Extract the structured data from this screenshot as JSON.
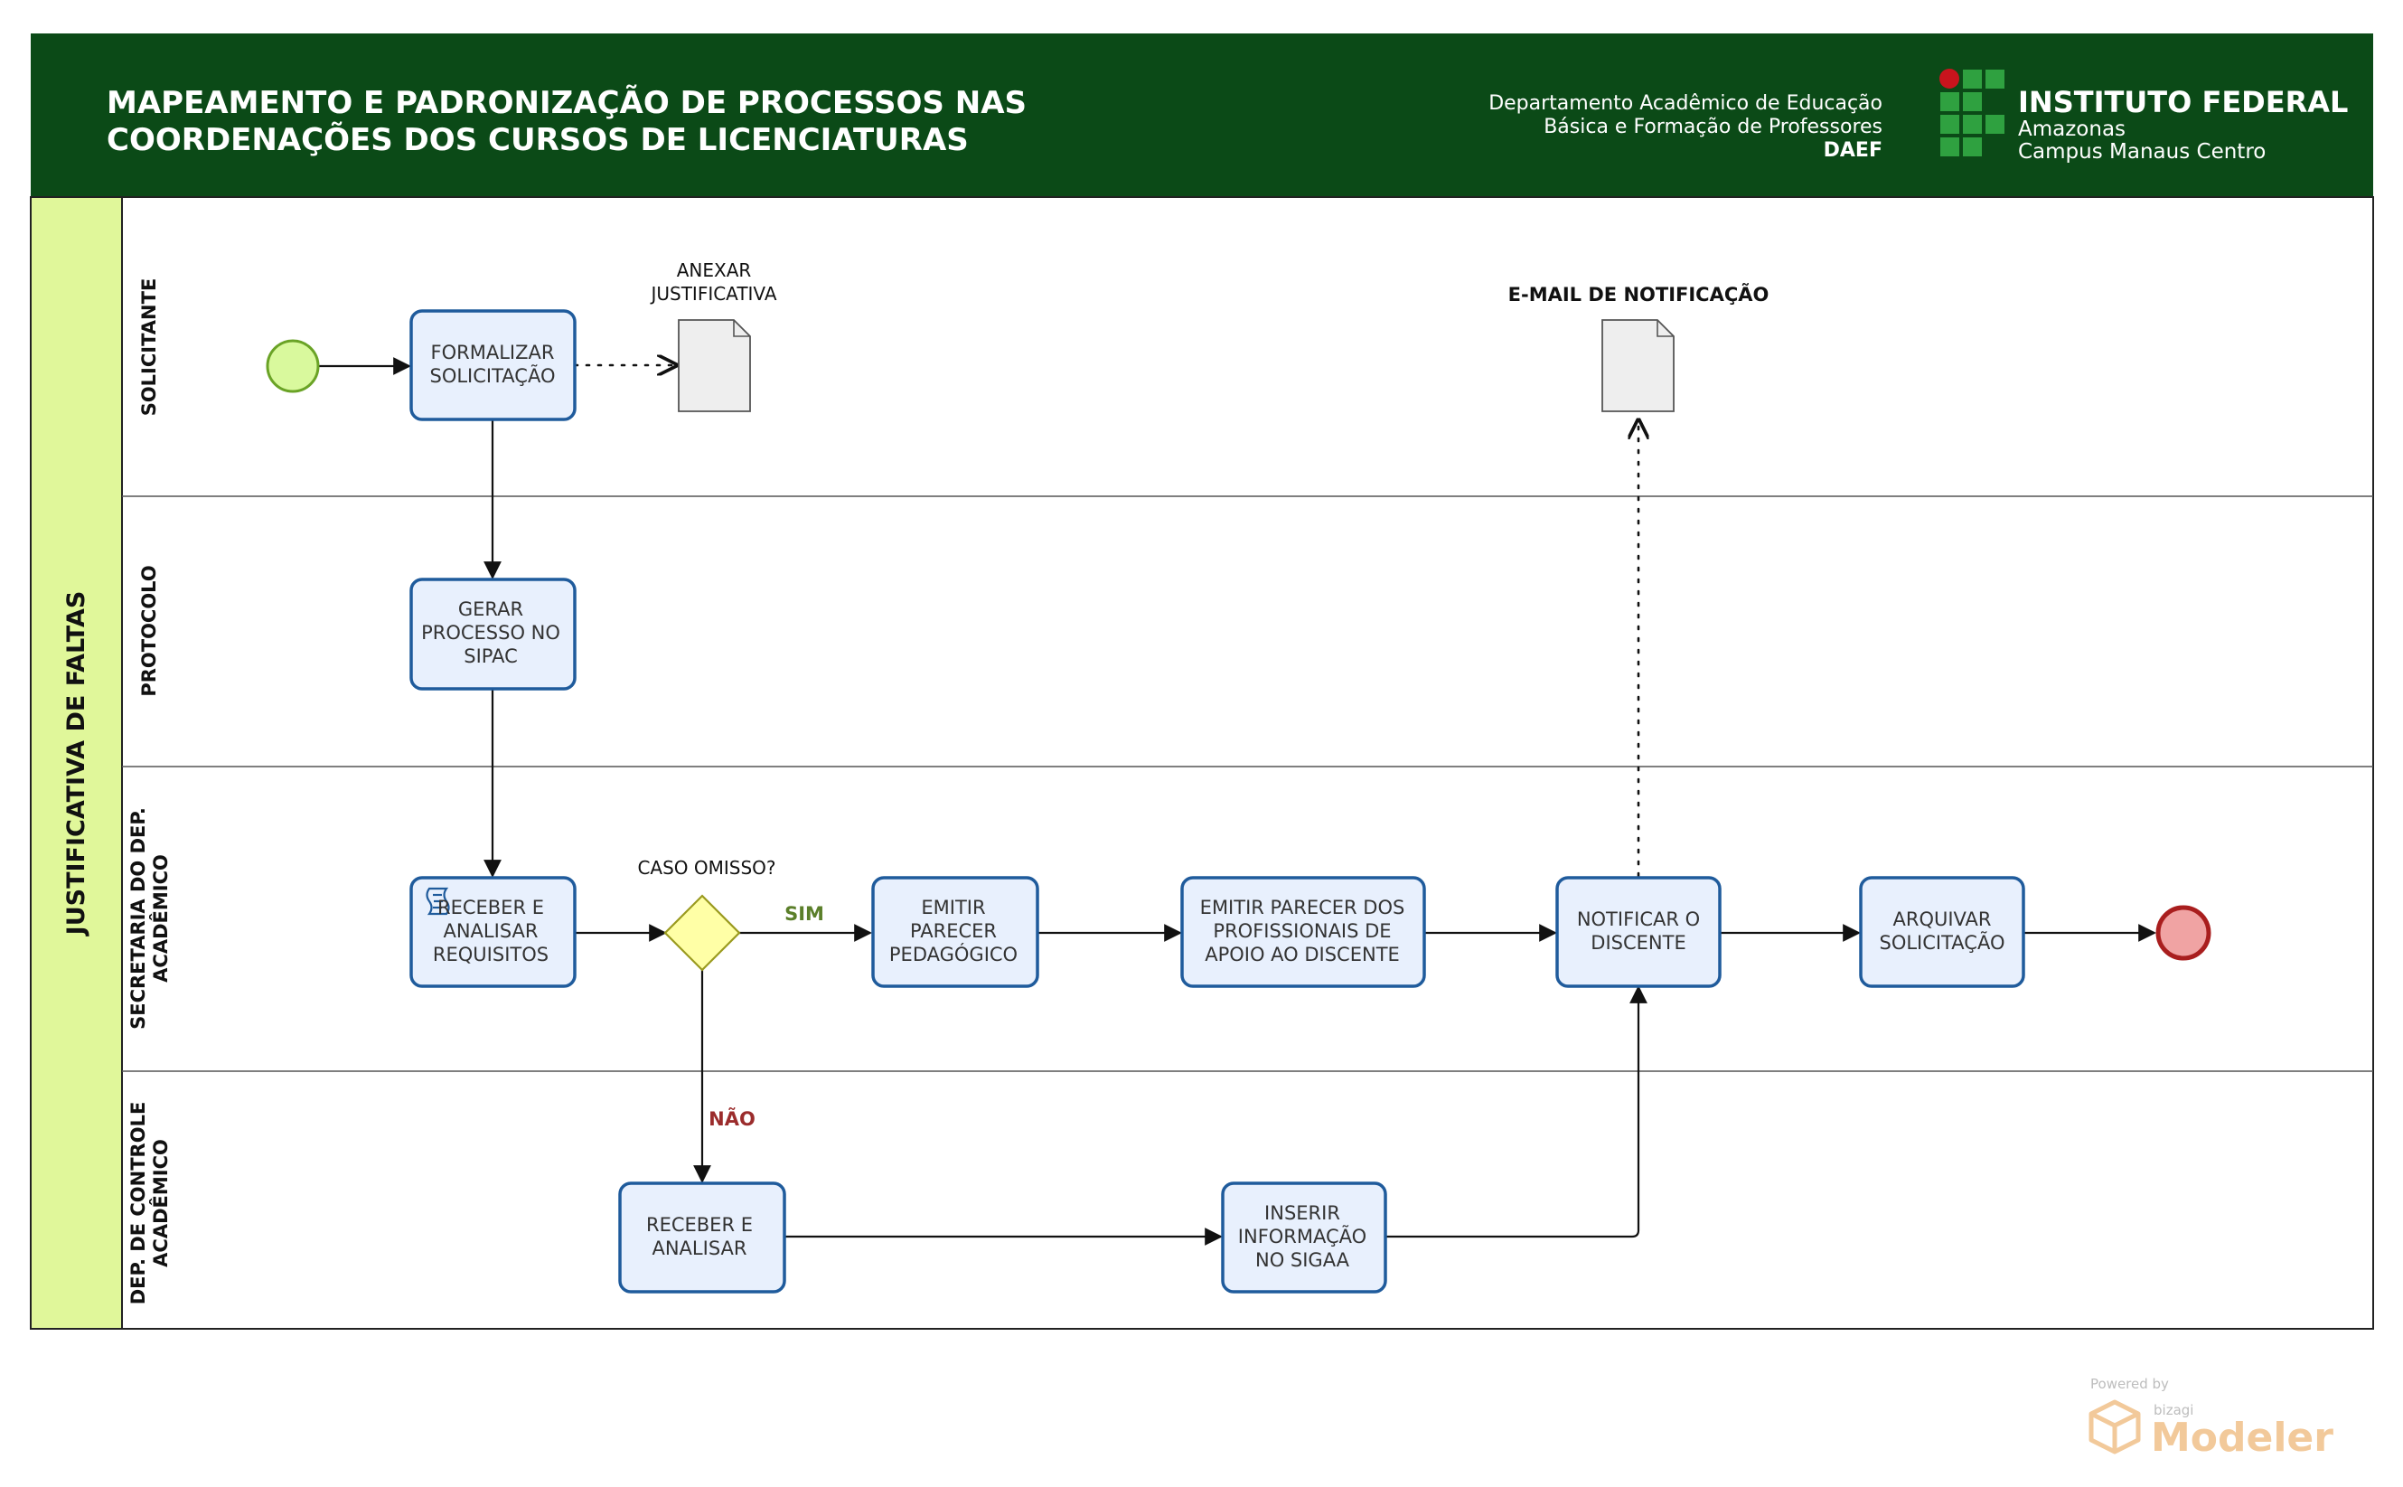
{
  "header": {
    "title_line1": "MAPEAMENTO E PADRONIZAÇÃO DE PROCESSOS NAS",
    "title_line2": "COORDENAÇÕES DOS CURSOS DE LICENCIATURAS",
    "dept_line1": "Departamento Acadêmico de Educação",
    "dept_line2": "Básica e Formação de Professores",
    "dept_abbr": "DAEF",
    "institute_name": "INSTITUTO FEDERAL",
    "institute_state": "Amazonas",
    "institute_campus": "Campus Manaus Centro",
    "colors": {
      "header_bg": "#0b4a17",
      "logo_green": "#2fa140",
      "logo_red": "#c8141d"
    }
  },
  "pool": {
    "label": "JUSTIFICATIVA DE FALTAS",
    "color": "#e0f79a"
  },
  "lanes": [
    {
      "id": "solicitante",
      "label_lines": [
        "SOLICITANTE"
      ]
    },
    {
      "id": "protocolo",
      "label_lines": [
        "PROTOCOLO"
      ]
    },
    {
      "id": "secretaria",
      "label_lines": [
        "SECRETARIA DO DEP.",
        "ACADÊMICO"
      ]
    },
    {
      "id": "controle",
      "label_lines": [
        "DEP. DE CONTROLE",
        "ACADÊMICO"
      ]
    }
  ],
  "tasks": [
    {
      "id": "formalizar",
      "lines": [
        "FORMALIZAR",
        "SOLICITAÇÃO"
      ]
    },
    {
      "id": "gerar",
      "lines": [
        "GERAR",
        "PROCESSO NO",
        "SIPAC"
      ]
    },
    {
      "id": "receber-requisitos",
      "lines": [
        "RECEBER E",
        "ANALISAR",
        "REQUISITOS"
      ],
      "icon": "script-icon"
    },
    {
      "id": "emitir-pedagogico",
      "lines": [
        "EMITIR",
        "PARECER",
        "PEDAGÓGICO"
      ]
    },
    {
      "id": "emitir-profissionais",
      "lines": [
        "EMITIR PARECER DOS",
        "PROFISSIONAIS DE",
        "APOIO AO DISCENTE"
      ]
    },
    {
      "id": "notificar",
      "lines": [
        "NOTIFICAR O",
        "DISCENTE"
      ]
    },
    {
      "id": "arquivar",
      "lines": [
        "ARQUIVAR",
        "SOLICITAÇÃO"
      ]
    },
    {
      "id": "receber-analisar",
      "lines": [
        "RECEBER E",
        "ANALISAR"
      ]
    },
    {
      "id": "inserir",
      "lines": [
        "INSERIR",
        "INFORMAÇÃO",
        "NO SIGAA"
      ]
    }
  ],
  "artifacts": [
    {
      "id": "anexar",
      "lines": [
        "ANEXAR",
        "JUSTIFICATIVA"
      ]
    },
    {
      "id": "email",
      "lines": [
        "E-MAIL DE NOTIFICAÇÃO"
      ]
    }
  ],
  "gateway": {
    "label": "CASO OMISSO?",
    "yes_label": "SIM",
    "no_label": "NÃO"
  },
  "events": {
    "start_color": "#d9f99d",
    "end_color": "#f0a3a3"
  },
  "watermark": {
    "small": "Powered by",
    "brand": "bizagi",
    "product": "Modeler"
  }
}
